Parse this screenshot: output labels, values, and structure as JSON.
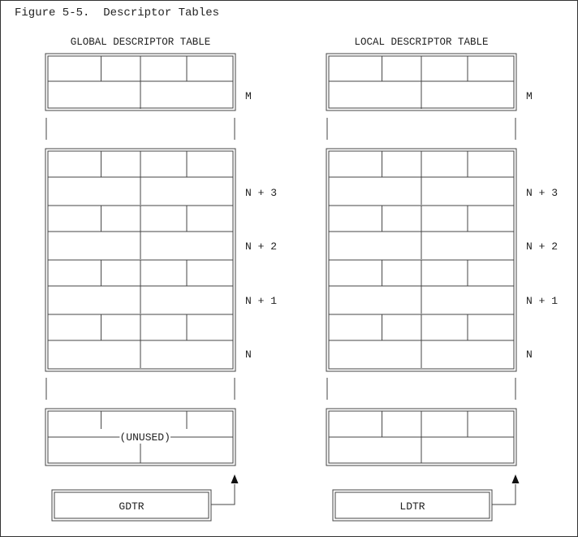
{
  "figure": {
    "title": "Figure 5-5.  Descriptor Tables"
  },
  "global_table": {
    "title": "GLOBAL DESCRIPTOR TABLE",
    "entry_labels": [
      "M",
      "N + 3",
      "N + 2",
      "N + 1",
      "N"
    ],
    "unused_label": "(UNUSED)",
    "register_label": "GDTR"
  },
  "local_table": {
    "title": "LOCAL DESCRIPTOR TABLE",
    "entry_labels": [
      "M",
      "N + 3",
      "N + 2",
      "N + 1",
      "N"
    ],
    "register_label": "LDTR"
  }
}
